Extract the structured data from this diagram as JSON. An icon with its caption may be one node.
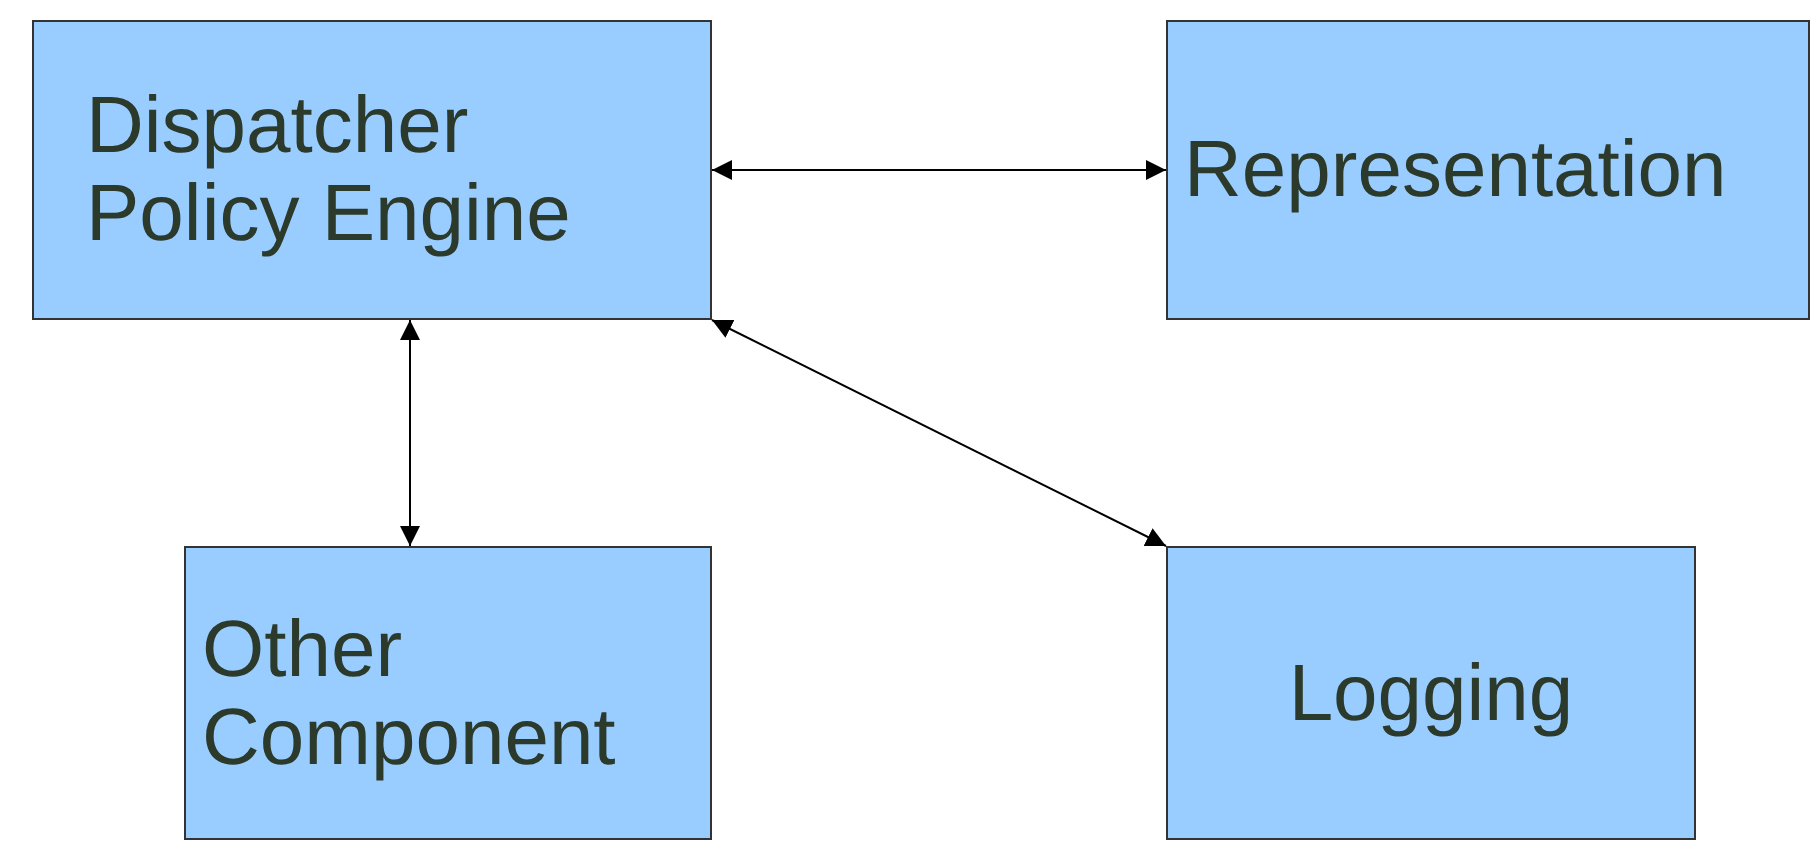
{
  "diagram": {
    "nodes": [
      {
        "text": [
          "Dispatcher Policy Engine"
        ]
      },
      {
        "text": [
          "Representation"
        ]
      },
      {
        "text": [
          "Other Component"
        ]
      },
      {
        "text": [
          "Logging"
        ]
      }
    ],
    "edges": [
      {
        "from": 0,
        "to": 1,
        "arrow": "both"
      },
      {
        "from": 0,
        "to": 2,
        "arrow": "both"
      },
      {
        "from": 0,
        "to": 3,
        "arrow": "both"
      }
    ]
  }
}
